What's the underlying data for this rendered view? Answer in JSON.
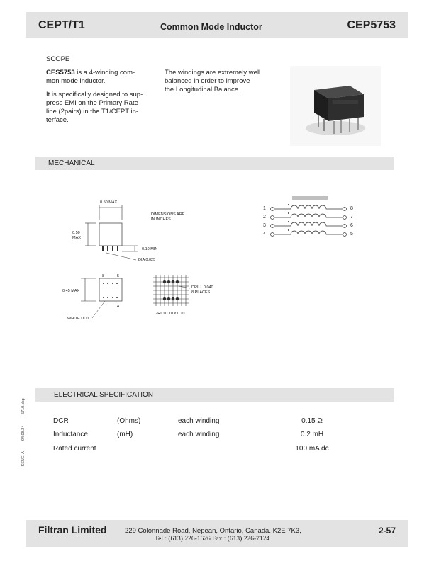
{
  "header": {
    "left": "CEPT/T1",
    "center": "Common Mode Inductor",
    "right": "CEP5753"
  },
  "scope": {
    "label": "SCOPE",
    "part": "CES5753",
    "line1_rest": " is a 4-winding com-",
    "line2": "mon mode inductor.",
    "p2": [
      "It is specifically designed to sup-",
      "press EMI on  the  Primary Rate",
      "line  (2pairs) in the  T1/CEPT in-",
      "terface."
    ],
    "p3": [
      "The windings are extremely  well",
      "balanced  in order to improve",
      "the Longitudinal Balance."
    ]
  },
  "mechanical": {
    "label": "MECHANICAL",
    "dim_width": "0.50 MAX",
    "dim_height_1": "0.50",
    "dim_height_2": "MAX",
    "dim_note_1": "DIMENSIONS ARE",
    "dim_note_2": "IN INCHES",
    "pin_len": "0.10 MIN",
    "pin_dia": "DIA  0.025",
    "pin_top_1": "8",
    "pin_top_2": "5",
    "pin_bot_1": "1",
    "pin_bot_2": "4",
    "dim_bottom": "0.45 MAX",
    "white_dot": "WHITE DOT",
    "drill_1": "DRILL 0.040",
    "drill_2": "8 PLACES",
    "grid": "GRID 0.10 x 0.10",
    "schematic_left": [
      "1",
      "2",
      "3",
      "4"
    ],
    "schematic_right": [
      "8",
      "7",
      "6",
      "5"
    ]
  },
  "electrical": {
    "label": "ELECTRICAL SPECIFICATION",
    "rows": [
      {
        "param": "DCR",
        "unit": "(Ohms)",
        "cond": "each winding",
        "value": "0.15 Ω"
      },
      {
        "param": "Inductance",
        "unit": "(mH)",
        "cond": "each winding",
        "value": "0.2 mH"
      },
      {
        "param": "Rated current",
        "unit": "",
        "cond": "",
        "value": "100 mA dc"
      }
    ]
  },
  "side_note": {
    "issue": "ISSUE:  A",
    "date": "94.08.24",
    "code": "5710.dsp"
  },
  "footer": {
    "company": "Filtran Limited",
    "address": "229 Colonnade Road, Nepean, Ontario, Canada. K2E 7K3,",
    "phone": "Tel : (613) 226-1626   Fax : (613) 226-7124",
    "page": "2-57"
  },
  "colors": {
    "band": "#e3e3e3",
    "text": "#222222"
  }
}
